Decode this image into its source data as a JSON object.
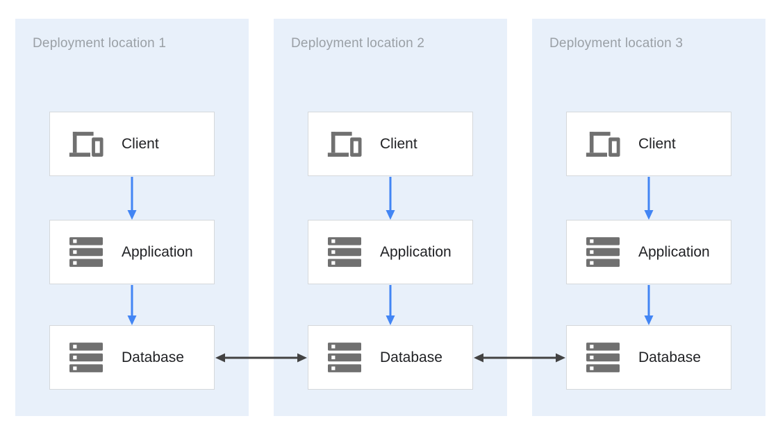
{
  "diagram": {
    "panels": [
      {
        "title": "Deployment location 1",
        "nodes": [
          {
            "label": "Client",
            "icon": "devices-icon"
          },
          {
            "label": "Application",
            "icon": "server-stack-icon"
          },
          {
            "label": "Database",
            "icon": "server-stack-icon"
          }
        ]
      },
      {
        "title": "Deployment location 2",
        "nodes": [
          {
            "label": "Client",
            "icon": "devices-icon"
          },
          {
            "label": "Application",
            "icon": "server-stack-icon"
          },
          {
            "label": "Database",
            "icon": "server-stack-icon"
          }
        ]
      },
      {
        "title": "Deployment location 3",
        "nodes": [
          {
            "label": "Client",
            "icon": "devices-icon"
          },
          {
            "label": "Application",
            "icon": "server-stack-icon"
          },
          {
            "label": "Database",
            "icon": "server-stack-icon"
          }
        ]
      }
    ],
    "connections": {
      "vertical_flow": "Client to Application to Database",
      "horizontal_flow": "Database to Database (bidirectional)"
    },
    "colors": {
      "page_bg": "#ffffff",
      "panel_bg": "#e8f0fa",
      "box_bg": "#ffffff",
      "box_border": "#d5d8db",
      "title_text": "#9aa0a6",
      "label_text": "#202124",
      "icon_gray": "#707070",
      "arrow_blue": "#4285f4",
      "arrow_dark": "#424242"
    }
  }
}
